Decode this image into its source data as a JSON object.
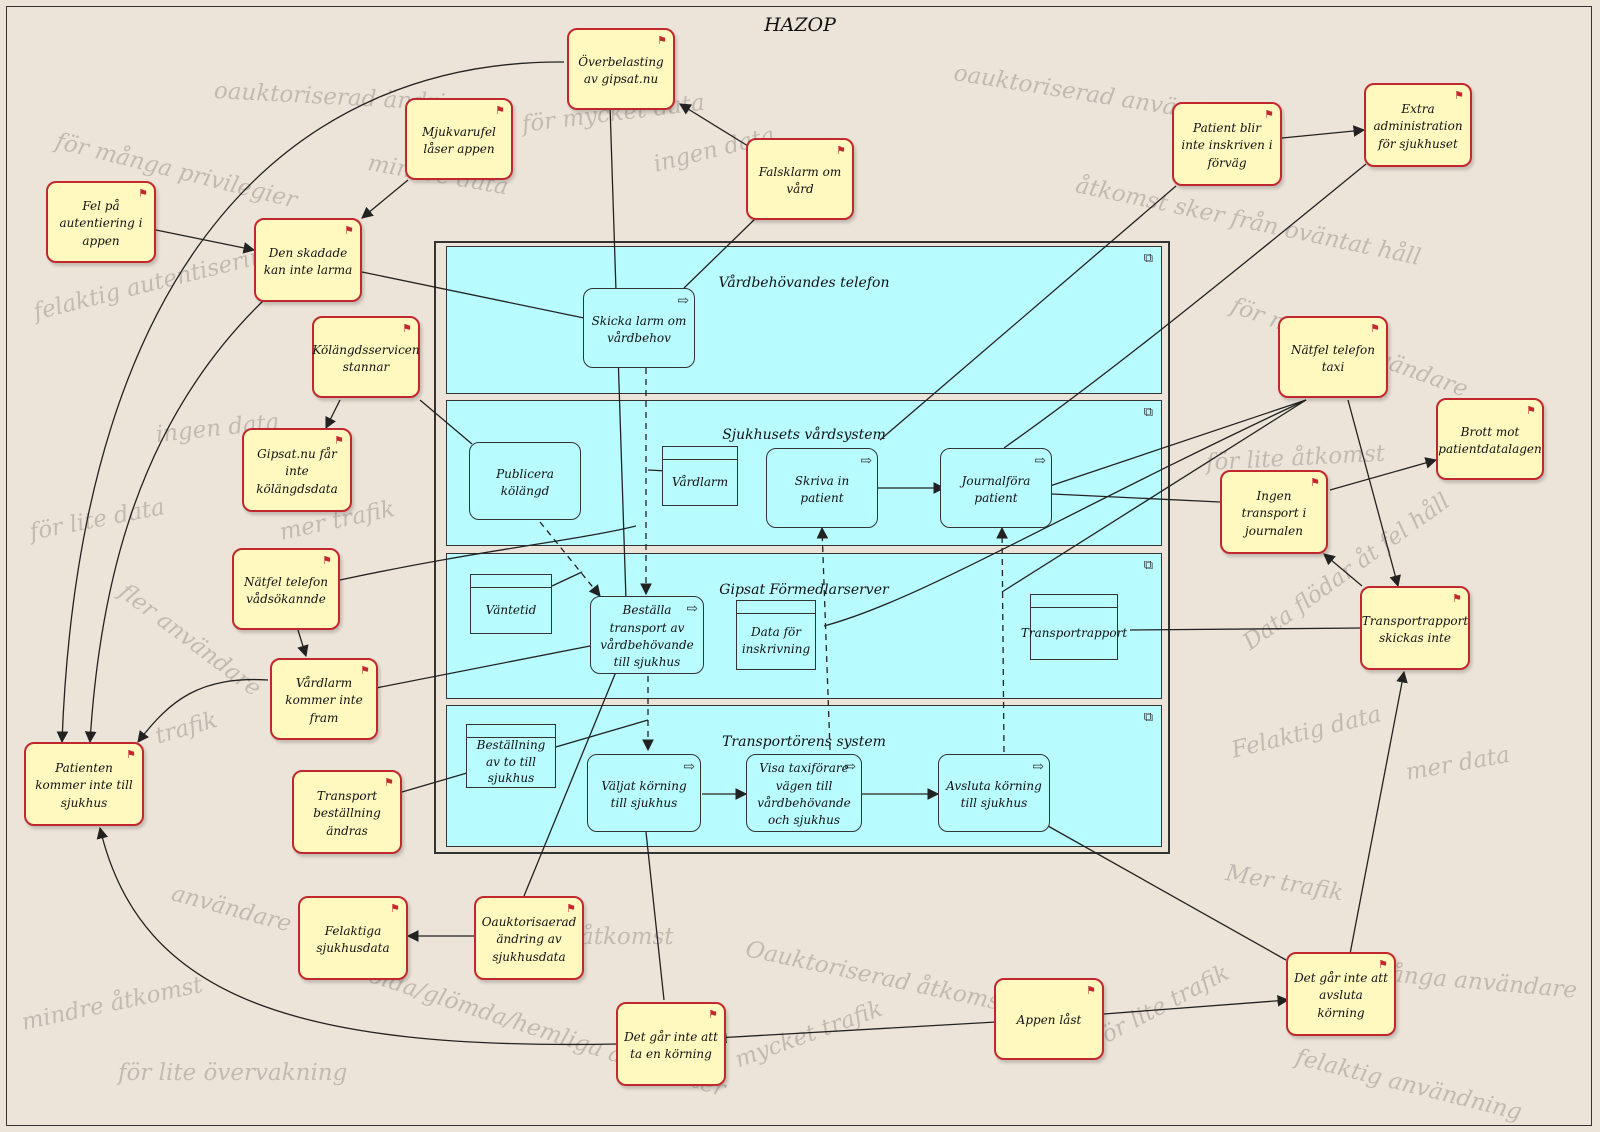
{
  "title": "HAZOP",
  "watermarks": [
    "oauktoriserad ändring",
    "för många privilegier",
    "för mycket data",
    "mindre data",
    "ingen data",
    "felaktig autentisering",
    "ingen data",
    "för lite data",
    "mer trafik",
    "fler användare",
    "trafik",
    "oauktoriserad användning",
    "åtkomst sker från oväntat håll",
    "för många användare",
    "för lite åtkomst",
    "Data flödar åt fel håll",
    "Felaktig data",
    "mer data",
    "Mer trafik",
    "användare",
    "åtkomst",
    "Oauktoriserad åtkomst",
    "Dolda/glömda/hemliga aktiviteter",
    "mindre åtkomst",
    "för lite övervakning",
    "för lite trafik",
    "mycket trafik",
    "för många användare",
    "felaktig användning"
  ],
  "lanes": [
    "Vårdbehövandes telefon",
    "Sjukhusets vårdsystem",
    "Gipsat Förmedlarserver",
    "Transportörens system"
  ],
  "processes": {
    "skicka_larm": "Skicka larm om vårdbehov",
    "publicera": "Publicera kölängd",
    "skriva_in": "Skriva in patient",
    "journalfora": "Journalföra patient",
    "bestalla": "Beställa transport av vårdbehövande till sjukhus",
    "valjat": "Väljat körning till sjukhus",
    "visa_taxi": "Visa taxiförare vägen till vårdbehövande och sjukhus",
    "avsluta": "Avsluta körning till sjukhus"
  },
  "data_objects": {
    "vardlarm": "Vårdlarm",
    "vantetid": "Väntetid",
    "data_inskrivning": "Data för inskrivning",
    "transportrapport": "Transportrapport",
    "bestallning": "Beställning av to till sjukhus"
  },
  "hazards": {
    "overbelasting": "Överbelasting av gipsat.nu",
    "mjukvarufel": "Mjukvarufel låser appen",
    "fel_autentiering": "Fel på autentiering i appen",
    "skadade": "Den skadade kan inte larma",
    "falsklarm": "Falsklarm om vård",
    "patient_ej_inskriven": "Patient blir inte inskriven i förväg",
    "extra_admin": "Extra administration för sjukhuset",
    "kolangd_stannar": "Kölängdsservicen stannar",
    "gipsat_ej_kolangd": "Gipsat.nu får inte kölängdsdata",
    "natfel_taxi": "Nätfel telefon taxi",
    "brott_patientdata": "Brott mot patientdatalagen",
    "ingen_transport_journal": "Ingen transport i journalen",
    "natfel_vardsokande": "Nätfel telefon vådsökannde",
    "vardlarm_ej_fram": "Vårdlarm kommer inte fram",
    "transportrapport_ej": "Transportrapport skickas inte",
    "patienten_ej_sjukhus": "Patienten kommer inte till sjukhus",
    "transport_andras": "Transport beställning ändras",
    "felaktiga_data": "Felaktiga sjukhusdata",
    "oauktoriserad_andring": "Oauktorisaerad ändring av sjukhusdata",
    "appen_last": "Appen låst",
    "ej_avsluta": "Det går inte att avsluta körning",
    "ej_ta_korning": "Det går inte att ta en körning"
  },
  "colors": {
    "background": "#ede4d9",
    "lane_fill": "#b8fcff",
    "hazard_fill": "#fff9c0",
    "hazard_border": "#c0282e"
  }
}
